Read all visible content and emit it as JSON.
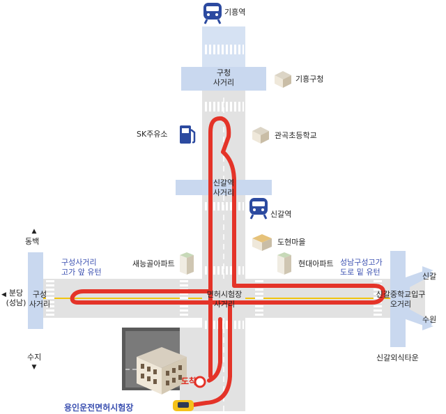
{
  "labels": {
    "station_giheung": "기흥역",
    "guseong_intersection": "구청\n사거리",
    "giheung_gucheong": "기흥구청",
    "sk_gas": "SK주유소",
    "gwangok_school": "관곡초등학교",
    "singal_station_intersection": "신갈역\n사거리",
    "singal_station": "신갈역",
    "dohyeon_village": "도현마을",
    "hyundai_apt": "현대아파트",
    "saeneunggol_apt": "새능골아파트",
    "guseong_uturn": "구성사거리\n고가 앞 유턴",
    "seongnam_uturn": "성남구성고가\n도로 밑 유턴",
    "dongbaek": "동백",
    "bundang": "분당\n(성남)",
    "guseong_cross": "구성\n사거리",
    "test_center_intersection": "면허시험장\n사거리",
    "singal_middle_school": "신갈중학교입구\n오거리",
    "singal": "신갈",
    "suwon": "수원",
    "suji": "수지",
    "singal_ic_town": "신갈외식타운",
    "arrival": "도착",
    "license_test_center": "용인운전면허시험장"
  },
  "colors": {
    "road": "#e2e2e2",
    "intersection_band": "#c9d8ef",
    "route": "#e43328",
    "label_blue": "#3a4fb0",
    "subway": "#2c4aa0",
    "gas": "#2c4aa0",
    "lane_marker": "#f1c40f"
  },
  "arrows": {
    "up": "▲",
    "down": "▼",
    "left": "◀"
  }
}
